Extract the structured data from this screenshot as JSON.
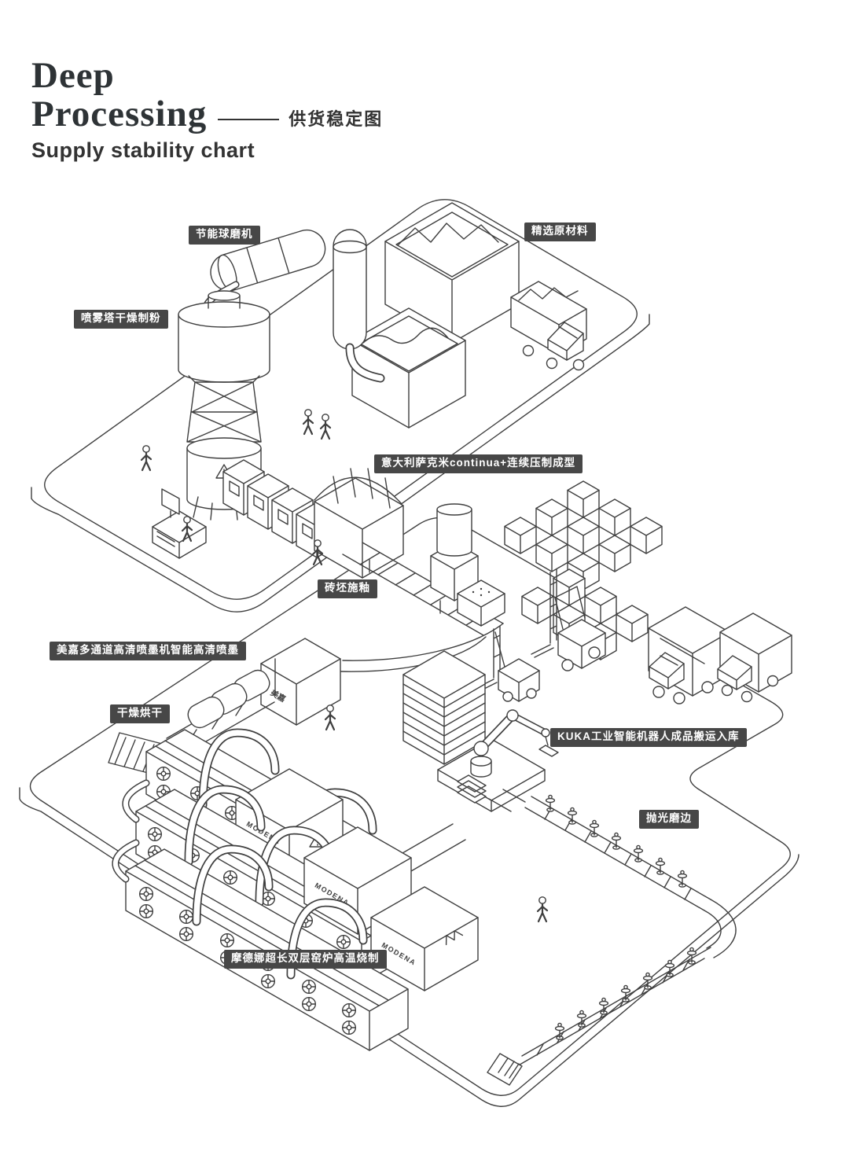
{
  "header": {
    "title_line1": "Deep",
    "title_line2": "Processing",
    "subtitle_cn": "供货稳定图",
    "subtitle_en": "Supply stability chart"
  },
  "colors": {
    "ink": "#3f3f3f",
    "label_bg": "#474747",
    "label_text": "#ffffff",
    "background": "#ffffff"
  },
  "machine_texts": {
    "modena": "MODENA",
    "meijia": "美嘉"
  },
  "labels": [
    {
      "id": "ball-mill",
      "text": "节能球磨机"
    },
    {
      "id": "raw-materials",
      "text": "精选原材料"
    },
    {
      "id": "spray-tower",
      "text": "喷雾塔干燥制粉"
    },
    {
      "id": "press-forming",
      "text": "意大利萨克米continua+连续压制成型"
    },
    {
      "id": "glazing",
      "text": "砖坯施釉"
    },
    {
      "id": "inkjet",
      "text": "美嘉多通道高清喷墨机智能高清喷墨"
    },
    {
      "id": "drying",
      "text": "干燥烘干"
    },
    {
      "id": "kuka",
      "text": "KUKA工业智能机器人成品搬运入库"
    },
    {
      "id": "polishing",
      "text": "抛光磨边"
    },
    {
      "id": "kiln",
      "text": "摩德娜超长双层窑炉高温烧制"
    }
  ]
}
